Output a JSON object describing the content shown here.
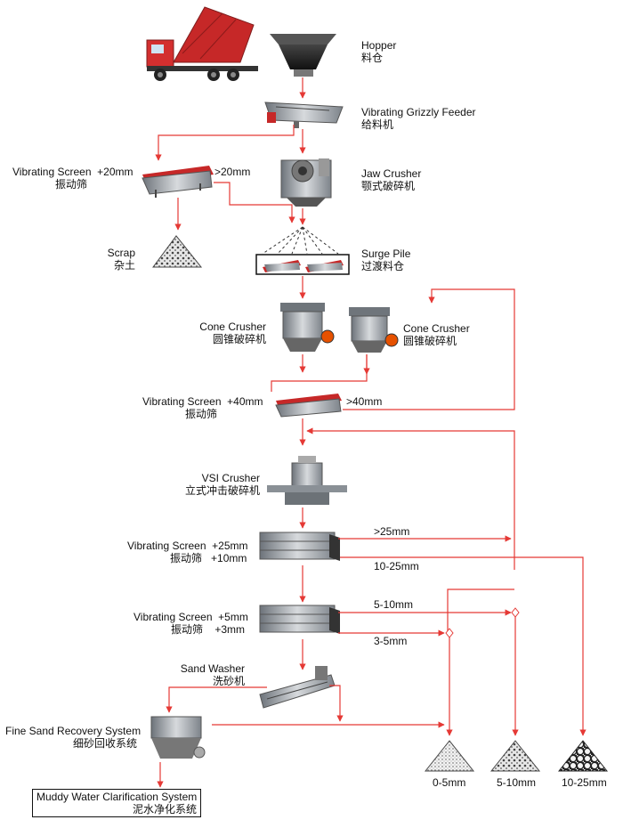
{
  "nodes": {
    "hopper": {
      "en": "Hopper",
      "zh": "料仓"
    },
    "feeder": {
      "en": "Vibrating Grizzly Feeder",
      "zh": "给料机"
    },
    "screen1": {
      "en": "Vibrating Screen",
      "size": "+20mm",
      "zh": "振动筛"
    },
    "screen1_out": ">20mm",
    "jaw": {
      "en": "Jaw Crusher",
      "zh": "颚式破碎机"
    },
    "scrap": {
      "en": "Scrap",
      "zh": "杂土"
    },
    "surge": {
      "en": "Surge Pile",
      "zh": "过渡料仓"
    },
    "cone_a": {
      "en": "Cone Crusher",
      "zh": "圆锥破碎机"
    },
    "cone_b": {
      "en": "Cone Crusher",
      "zh": "圆锥破碎机"
    },
    "screen2": {
      "en": "Vibrating Screen",
      "size": "+40mm",
      "zh": "振动筛"
    },
    "screen2_out": ">40mm",
    "vsi": {
      "en": "VSI Crusher",
      "zh": "立式冲击破碎机"
    },
    "screen3": {
      "en": "Vibrating Screen",
      "size_a": "+25mm",
      "zh": "振动筛",
      "size_b": "+10mm"
    },
    "screen3_out_a": ">25mm",
    "screen3_out_b": "10-25mm",
    "screen4": {
      "en": "Vibrating Screen",
      "size_a": "+5mm",
      "zh": "振动筛",
      "size_b": "+3mm"
    },
    "screen4_out_a": "5-10mm",
    "screen4_out_b": "3-5mm",
    "washer": {
      "en": "Sand Washer",
      "zh": "洗砂机"
    },
    "fine_sand": {
      "en": "Fine Sand Recovery System",
      "zh": "细砂回收系统"
    },
    "muddy": {
      "en": "Muddy Water Clarification System",
      "zh": "泥水净化系统"
    }
  },
  "products": [
    "0-5mm",
    "5-10mm",
    "10-25mm"
  ],
  "colors": {
    "arrow": "#e53935",
    "text": "#111111",
    "red_equipment": "#c62828",
    "steel": "#9aa0a6"
  }
}
